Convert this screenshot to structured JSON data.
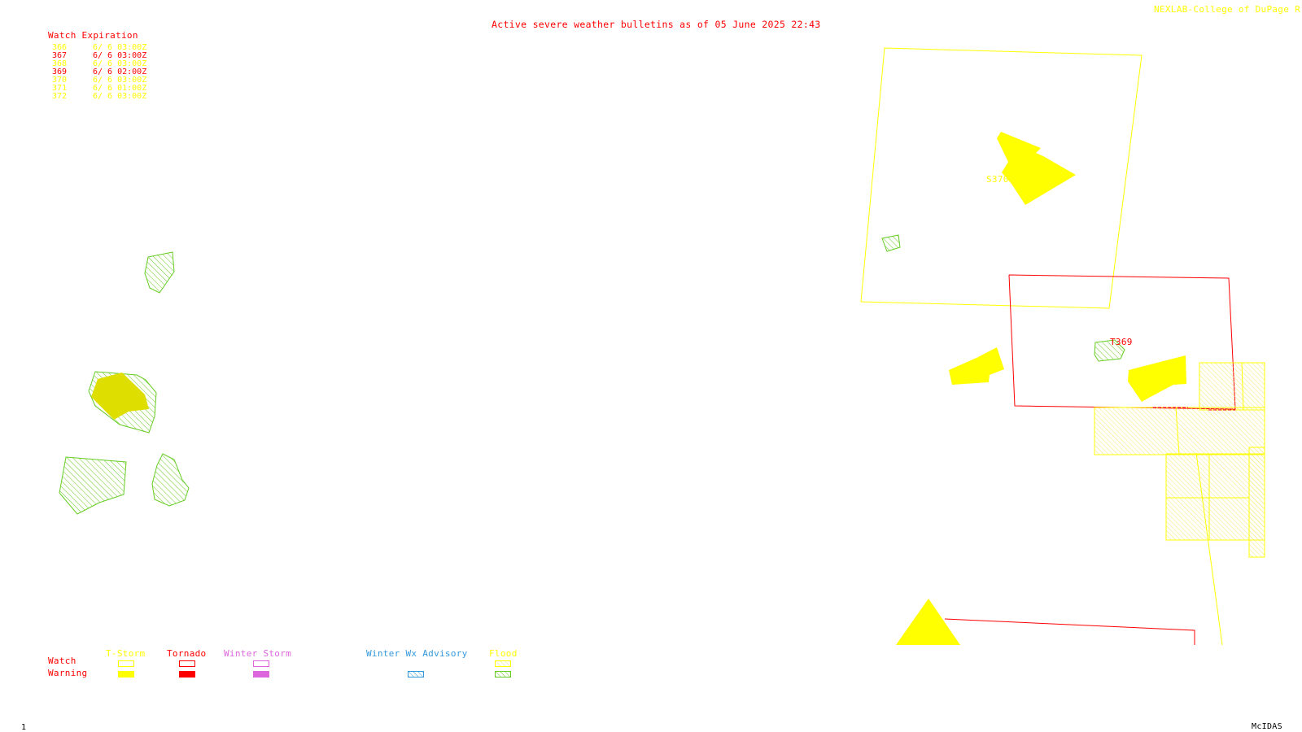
{
  "header": {
    "bulletin_title": "Active severe weather bulletins as of 05 June 2025 22:43",
    "credit": "NEXLAB-College of DuPage R"
  },
  "watch_expiration": {
    "title": "Watch Expiration",
    "rows": [
      {
        "number": "366",
        "time": "6/ 6 03:00Z",
        "color": "#ffff00"
      },
      {
        "number": "367",
        "time": "6/ 6 03:00Z",
        "color": "#ff0000"
      },
      {
        "number": "368",
        "time": "6/ 6 03:00Z",
        "color": "#ffff00"
      },
      {
        "number": "369",
        "time": "6/ 6 02:00Z",
        "color": "#ff0000"
      },
      {
        "number": "370",
        "time": "6/ 6 03:00Z",
        "color": "#ffff00"
      },
      {
        "number": "371",
        "time": "6/ 6 01:00Z",
        "color": "#ffff00"
      },
      {
        "number": "372",
        "time": "6/ 6 03:00Z",
        "color": "#ffff00"
      }
    ]
  },
  "map_labels": {
    "watch_370": "S370",
    "watch_369": "T369"
  },
  "legend": {
    "row_watch": "Watch",
    "row_warning": "Warning",
    "categories": [
      {
        "name": "T-Storm",
        "color": "#ffff00",
        "icon": "tstorm-legend"
      },
      {
        "name": "Tornado",
        "color": "#ff0000",
        "icon": "tornado-legend"
      },
      {
        "name": "Winter Storm",
        "color": "#dd66dd",
        "icon": "winter-storm-legend"
      },
      {
        "name": "Winter Wx Advisory",
        "color": "#3399dd",
        "icon": "winter-wx-advisory-legend"
      },
      {
        "name": "Flood",
        "color": "#ffff00",
        "warning_color": "#66cc22",
        "icon": "flood-legend"
      }
    ]
  },
  "footer": {
    "frame_number": "1",
    "software": "McIDAS"
  },
  "colors": {
    "tstorm": "#ffff00",
    "tornado": "#ff0000",
    "flood_warning": "#66cc22",
    "text_red": "#ff0000"
  }
}
